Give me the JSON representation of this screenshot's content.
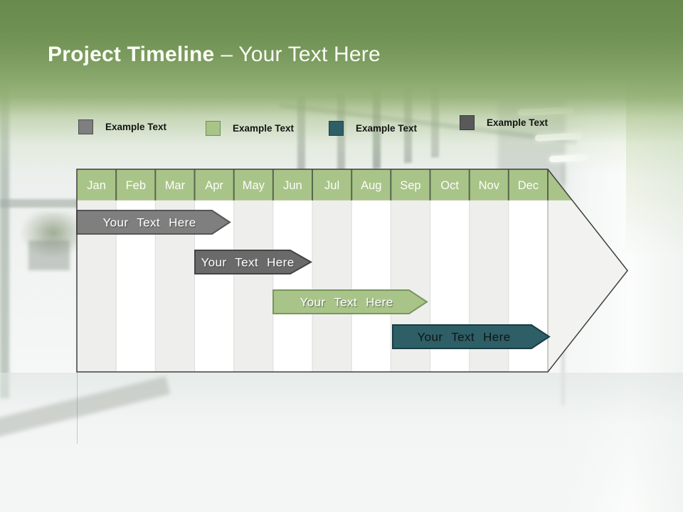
{
  "slide": {
    "title": {
      "bold": "Project Timeline",
      "regular": "– Your Text Here"
    }
  },
  "legend": {
    "items": [
      {
        "label": "Example Text",
        "color": "#7f7f7f"
      },
      {
        "label": "Example Text",
        "color": "#a9c489"
      },
      {
        "label": "Example Text",
        "color": "#2e5e66"
      },
      {
        "label": "Example Text",
        "color": "#595959"
      }
    ]
  },
  "chart_data": {
    "type": "bar",
    "subtype": "gantt-project-timeline",
    "title": "Project Timeline – Your Text Here",
    "shape": "right-arrow-band",
    "header_color": "#a9c489",
    "legend_position": "top",
    "months": [
      "Jan",
      "Feb",
      "Mar",
      "Apr",
      "May",
      "Jun",
      "Jul",
      "Aug",
      "Sep",
      "Oct",
      "Nov",
      "Dec"
    ],
    "bars": [
      {
        "label": "Your Text Here",
        "row": 1,
        "start": "Jan",
        "end": "Apr",
        "color": "#7f7f7f",
        "label_color": "#ffffff"
      },
      {
        "label": "Your Text Here",
        "row": 2,
        "start": "Apr",
        "end": "Jun",
        "color": "#6a6a6a",
        "label_color": "#ffffff"
      },
      {
        "label": "Your Text Here",
        "row": 3,
        "start": "Jun",
        "end": "Sep",
        "color": "#a9c489",
        "label_color": "#ffffff"
      },
      {
        "label": "Your Text Here",
        "row": 4,
        "start": "Sep",
        "end": "Dec",
        "color": "#2e5e66",
        "label_color": "#1a1a1a"
      }
    ]
  }
}
